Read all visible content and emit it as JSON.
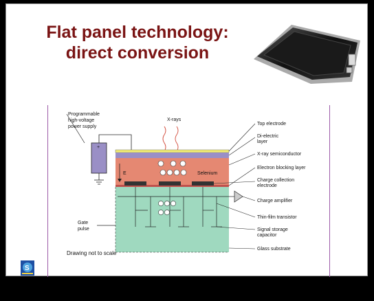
{
  "slide": {
    "title_line1": "Flat panel technology:",
    "title_line2": "direct conversion"
  },
  "diagram": {
    "power_supply_line1": "Programmable",
    "power_supply_line2": "high-voltage",
    "power_supply_line3": "power supply",
    "xrays": "X-rays",
    "e_field": "E",
    "gate_pulse_line1": "Gate",
    "gate_pulse_line2": "pulse",
    "selenium": "Selenium",
    "note": "Drawing not to scale",
    "labels": {
      "top_electrode": "Top electrode",
      "dielectric_line1": "Di-electric",
      "dielectric_line2": "layer",
      "xray_semiconductor": "X-ray semiconductor",
      "electron_blocking": "Electron blocking layer",
      "charge_collection_line1": "Charge collection",
      "charge_collection_line2": "electrode",
      "charge_amplifier": "Charge amplifier",
      "tft": "Thin-film transistor",
      "signal_storage_line1": "Signal storage",
      "signal_storage_line2": "capacitor",
      "glass_substrate": "Glass substrate"
    }
  }
}
